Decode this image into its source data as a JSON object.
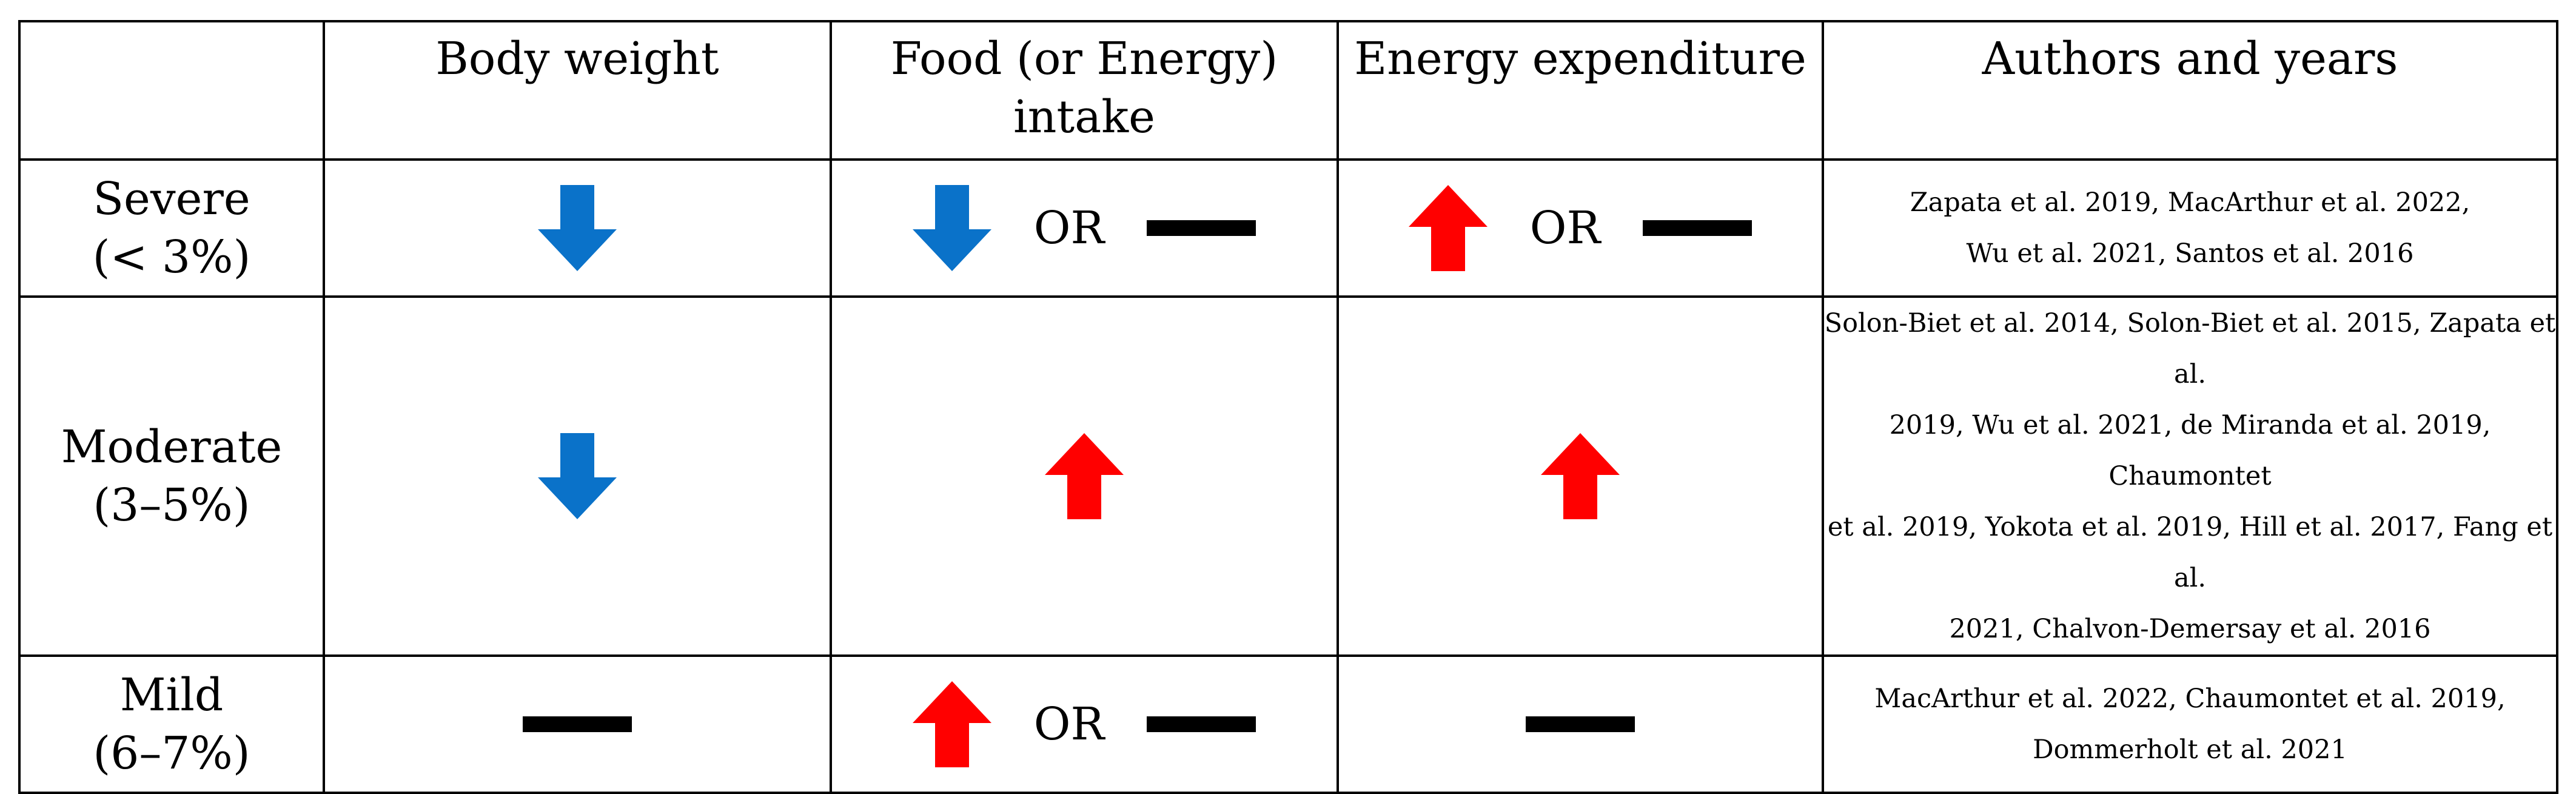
{
  "header": {
    "empty": "",
    "body_weight": "Body weight",
    "food_intake_line1": "Food (or Energy)",
    "food_intake_line2": "intake",
    "energy_expenditure": "Energy expenditure",
    "authors": "Authors and years"
  },
  "rows": [
    {
      "label_line1": "Severe",
      "label_line2": "(< 3%)",
      "body_weight": "down",
      "food_intake": [
        "down",
        "OR",
        "no-change"
      ],
      "energy_expenditure": [
        "up",
        "OR",
        "no-change"
      ],
      "refs": [
        "Zapata et al. 2019, MacArthur et al. 2022,",
        "Wu et al. 2021, Santos et al. 2016"
      ]
    },
    {
      "label_line1": "Moderate",
      "label_line2": "(3–5%)",
      "body_weight": "down",
      "food_intake": [
        "up"
      ],
      "energy_expenditure": [
        "up"
      ],
      "refs": [
        "Solon-Biet et al. 2014, Solon-Biet et al. 2015, Zapata et al.",
        "2019, Wu et al. 2021, de Miranda et al. 2019, Chaumontet",
        "et al. 2019, Yokota et al. 2019, Hill et al. 2017, Fang et al.",
        "2021, Chalvon-Demersay et al. 2016"
      ]
    },
    {
      "label_line1": "Mild",
      "label_line2": "(6–7%)",
      "body_weight": "no-change",
      "food_intake": [
        "up",
        "OR",
        "no-change"
      ],
      "energy_expenditure": [
        "no-change"
      ],
      "refs": [
        "MacArthur et al. 2022, Chaumontet et al. 2019,",
        "Dommerholt et al. 2021"
      ]
    }
  ],
  "colors": {
    "down_arrow": "#0a72c9",
    "up_arrow": "#ff0000",
    "border": "#000000"
  }
}
